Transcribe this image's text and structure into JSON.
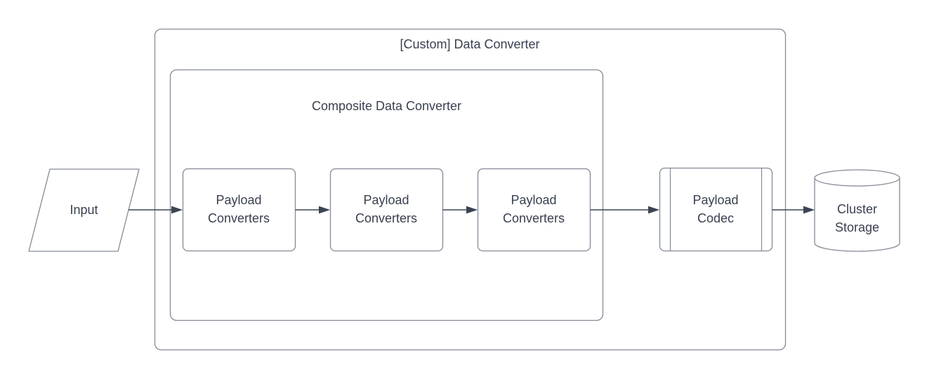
{
  "colors": {
    "background": "#ffffff",
    "shape_border": "#848A96",
    "arrow": "#3C4353",
    "text": "#39404F"
  },
  "diagram": {
    "outer_container": {
      "label": "[Custom] Data Converter"
    },
    "inner_container": {
      "label": "Composite Data Converter"
    },
    "input_node": {
      "shape": "parallelogram",
      "label": "Input"
    },
    "nodes": [
      {
        "id": "payload-converters-1",
        "shape": "rounded-rectangle",
        "label": "Payload\nConverters"
      },
      {
        "id": "payload-converters-2",
        "shape": "rounded-rectangle",
        "label": "Payload\nConverters"
      },
      {
        "id": "payload-converters-3",
        "shape": "rounded-rectangle",
        "label": "Payload\nConverters"
      },
      {
        "id": "payload-codec",
        "shape": "predefined-process",
        "label": "Payload\nCodec"
      },
      {
        "id": "cluster-storage",
        "shape": "cylinder",
        "label": "Cluster\nStorage"
      }
    ],
    "edges": [
      {
        "from": "input",
        "to": "payload-converters-1"
      },
      {
        "from": "payload-converters-1",
        "to": "payload-converters-2"
      },
      {
        "from": "payload-converters-2",
        "to": "payload-converters-3"
      },
      {
        "from": "payload-converters-3",
        "to": "payload-codec"
      },
      {
        "from": "payload-codec",
        "to": "cluster-storage"
      }
    ]
  }
}
